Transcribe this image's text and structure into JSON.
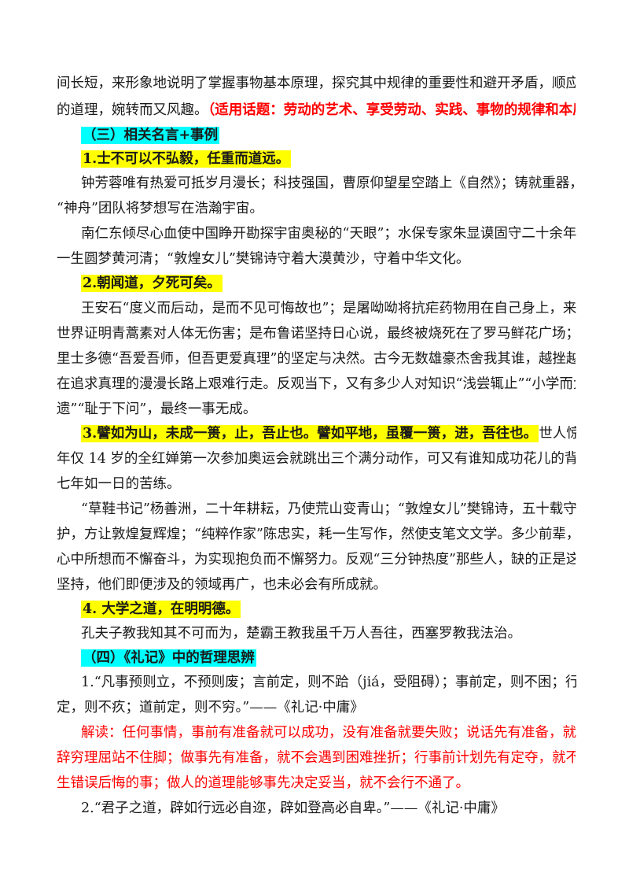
{
  "page": {
    "intro_line1": "间长短，来形象地说明了掌握事物基本原理，探究其中规律的重要性和避开矛盾，顺应自然",
    "intro_line2": "的道理，婉转而又风趣。",
    "intro_topic": "（适用话题：劳动的艺术、享受劳动、实践、事物的规律和本质）",
    "section3_heading": "（三）相关名言+事例",
    "quote1": {
      "heading": "1.士不可以不弘毅，任重而道远。",
      "p1_line1": "钟芳蓉唯有热爱可抵岁月漫长；科技强国，曹原仰望星空踏上《自然》；铸就重器，",
      "p1_line2": "“神舟”团队将梦想写在浩瀚宇宙。",
      "p2_line1": "南仁东倾尽心血使中国睁开勘探宇宙奥秘的“天眼”；水保专家朱显谟固守二十余年，",
      "p2_line2": "一生圆梦黄河清；“敦煌女儿”樊锦诗守着大漠黄沙，守着中华文化。"
    },
    "quote2": {
      "heading": "2.朝闻道，夕死可矣。",
      "line1": "王安石“度义而后动，是而不见可悔故也”；是屠呦呦将抗疟药物用在自己身上，来向",
      "line2": "世界证明青蒿素对人体无伤害；是布鲁诺坚持日心说，最终被烧死在了罗马鲜花广场；是亚",
      "line3": "里士多德“吾爱吾师，但吾更爱真理”的坚定与决然。古今无数雄豪杰舍我其谁，越挫越勇，",
      "line4": "在追求真理的漫漫长路上艰难行走。反观当下，又有多少人对知识“浅尝辄止”“小学而大",
      "line5": "遗”“耻于下问”，最终一事无成。"
    },
    "quote3": {
      "heading": "3.譬如为山，未成一篑，止，吾止也。譬如平地，虽覆一篑，进，吾往也。",
      "heading_tail": "世人惊叹于",
      "p1_line2": "年仅 14 岁的全红婵第一次参加奥运会就跳出三个满分动作，可又有谁知成功花儿的背后是",
      "p1_line3": "七年如一日的苦练。",
      "p2_line1": "“草鞋书记”杨善洲，二十年耕耘，乃使荒山变青山；“敦煌女儿”樊锦诗，五十载守",
      "p2_line2": "护，方让敦煌复辉煌；“纯粹作家”陈忠实，耗一生写作，然使支笔文文学。多少前辈，为",
      "p2_line3": "心中所想而不懈奋斗，为实现抱负而不懈努力。反观“三分钟热度”那些人，缺的正是这份",
      "p2_line4": "坚持，他们即便涉及的领域再广，也未必会有所成就。"
    },
    "quote4": {
      "heading": "4. 大学之道，在明明德。",
      "line1": "孔夫子教我知其不可而为，楚霸王教我虽千万人吾往，西塞罗教我法治。"
    },
    "section4_heading": "（四）《礼记》中的哲理思辨",
    "liji1": {
      "line1": "1.“凡事预则立，不预则废；言前定，则不跲（jiá，受阻碍）；事前定，则不困；行前",
      "line2": "定，则不疚；道前定，则不穷。”——《礼记·中庸》",
      "interp_line1": "解读：任何事情，事前有准备就可以成功，没有准备就要失败；说话先有准备，就不会",
      "interp_line2": "辞穷理屈站不住脚；做事先有准备，就不会遇到困难挫折；行事前计划先有定夺，就不会发",
      "interp_line3": "生错误后悔的事；做人的道理能够事先决定妥当，就不会行不通了。"
    },
    "liji2": {
      "line1": "2.“君子之道，辟如行远必自迩，辟如登高必自卑。”——《礼记·中庸》"
    },
    "colors": {
      "highlight_cyan": "#00ffff",
      "highlight_yellow": "#ffff00",
      "emphasis_red": "#ff0000"
    }
  }
}
